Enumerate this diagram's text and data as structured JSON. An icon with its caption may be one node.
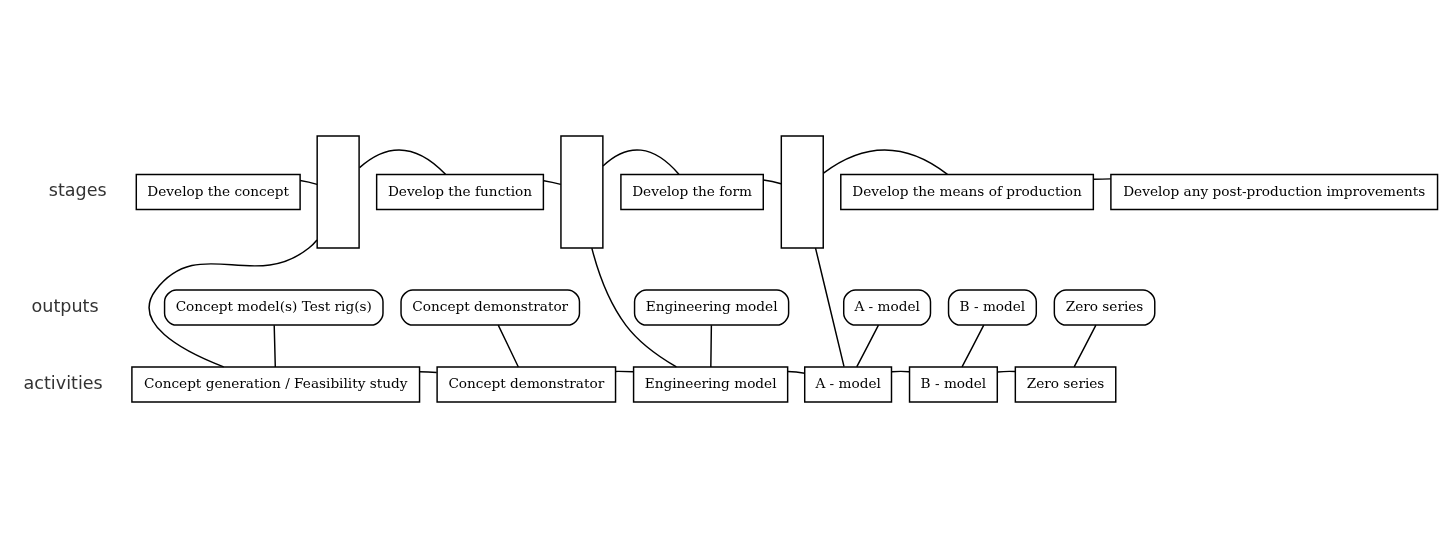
{
  "diagram": {
    "nodes": [
      {
        "text": [
          "Develop the concept"
        ]
      },
      {
        "text": [],
        "shape": "bar"
      },
      {
        "text": [
          "Develop the function"
        ]
      },
      {
        "text": [],
        "shape": "bar"
      },
      {
        "text": [
          "Develop the form"
        ]
      },
      {
        "text": [],
        "shape": "bar"
      },
      {
        "text": [
          "Develop the means of production"
        ]
      },
      {
        "text": [
          "Develop any post-production improvements"
        ]
      },
      {
        "text": [
          "Concept model(s) Test rig(s)"
        ]
      },
      {
        "text": [
          "Concept demonstrator"
        ]
      },
      {
        "text": [
          "Engineering model"
        ]
      },
      {
        "text": [
          "A - model"
        ]
      },
      {
        "text": [
          "B - model"
        ]
      },
      {
        "text": [
          "Zero series"
        ]
      },
      {
        "text": [
          "Concept generation / Feasibility study"
        ]
      },
      {
        "text": [
          "Concept demonstrator"
        ]
      },
      {
        "text": [
          "Engineering model"
        ]
      },
      {
        "text": [
          "A - model"
        ]
      },
      {
        "text": [
          "B - model"
        ]
      },
      {
        "text": [
          "Zero series"
        ]
      }
    ],
    "edges": [
      {
        "from": 0,
        "to": 1,
        "arrow": "none"
      },
      {
        "from": 1,
        "to": 2,
        "arrow": "none"
      },
      {
        "from": 2,
        "to": 3,
        "arrow": "none"
      },
      {
        "from": 3,
        "to": 4,
        "arrow": "none"
      },
      {
        "from": 4,
        "to": 5,
        "arrow": "none"
      },
      {
        "from": 5,
        "to": 6,
        "arrow": "none"
      },
      {
        "from": 6,
        "to": 7,
        "arrow": "none"
      },
      {
        "from": 8,
        "to": 14,
        "arrow": "none"
      },
      {
        "from": 9,
        "to": 15,
        "arrow": "none"
      },
      {
        "from": 10,
        "to": 16,
        "arrow": "none"
      },
      {
        "from": 11,
        "to": 17,
        "arrow": "none"
      },
      {
        "from": 12,
        "to": 18,
        "arrow": "none"
      },
      {
        "from": 13,
        "to": 19,
        "arrow": "none"
      },
      {
        "from": 1,
        "to": 14,
        "arrow": "none"
      },
      {
        "from": 3,
        "to": 16,
        "arrow": "none"
      },
      {
        "from": 5,
        "to": 17,
        "arrow": "none"
      },
      {
        "from": 14,
        "to": 15,
        "arrow": "none"
      },
      {
        "from": 15,
        "to": 16,
        "arrow": "none"
      },
      {
        "from": 16,
        "to": 17,
        "arrow": "none"
      },
      {
        "from": 17,
        "to": 18,
        "arrow": "none"
      },
      {
        "from": 18,
        "to": 19,
        "arrow": "none"
      }
    ],
    "labels": [
      "stages",
      "outputs",
      "activities"
    ]
  }
}
